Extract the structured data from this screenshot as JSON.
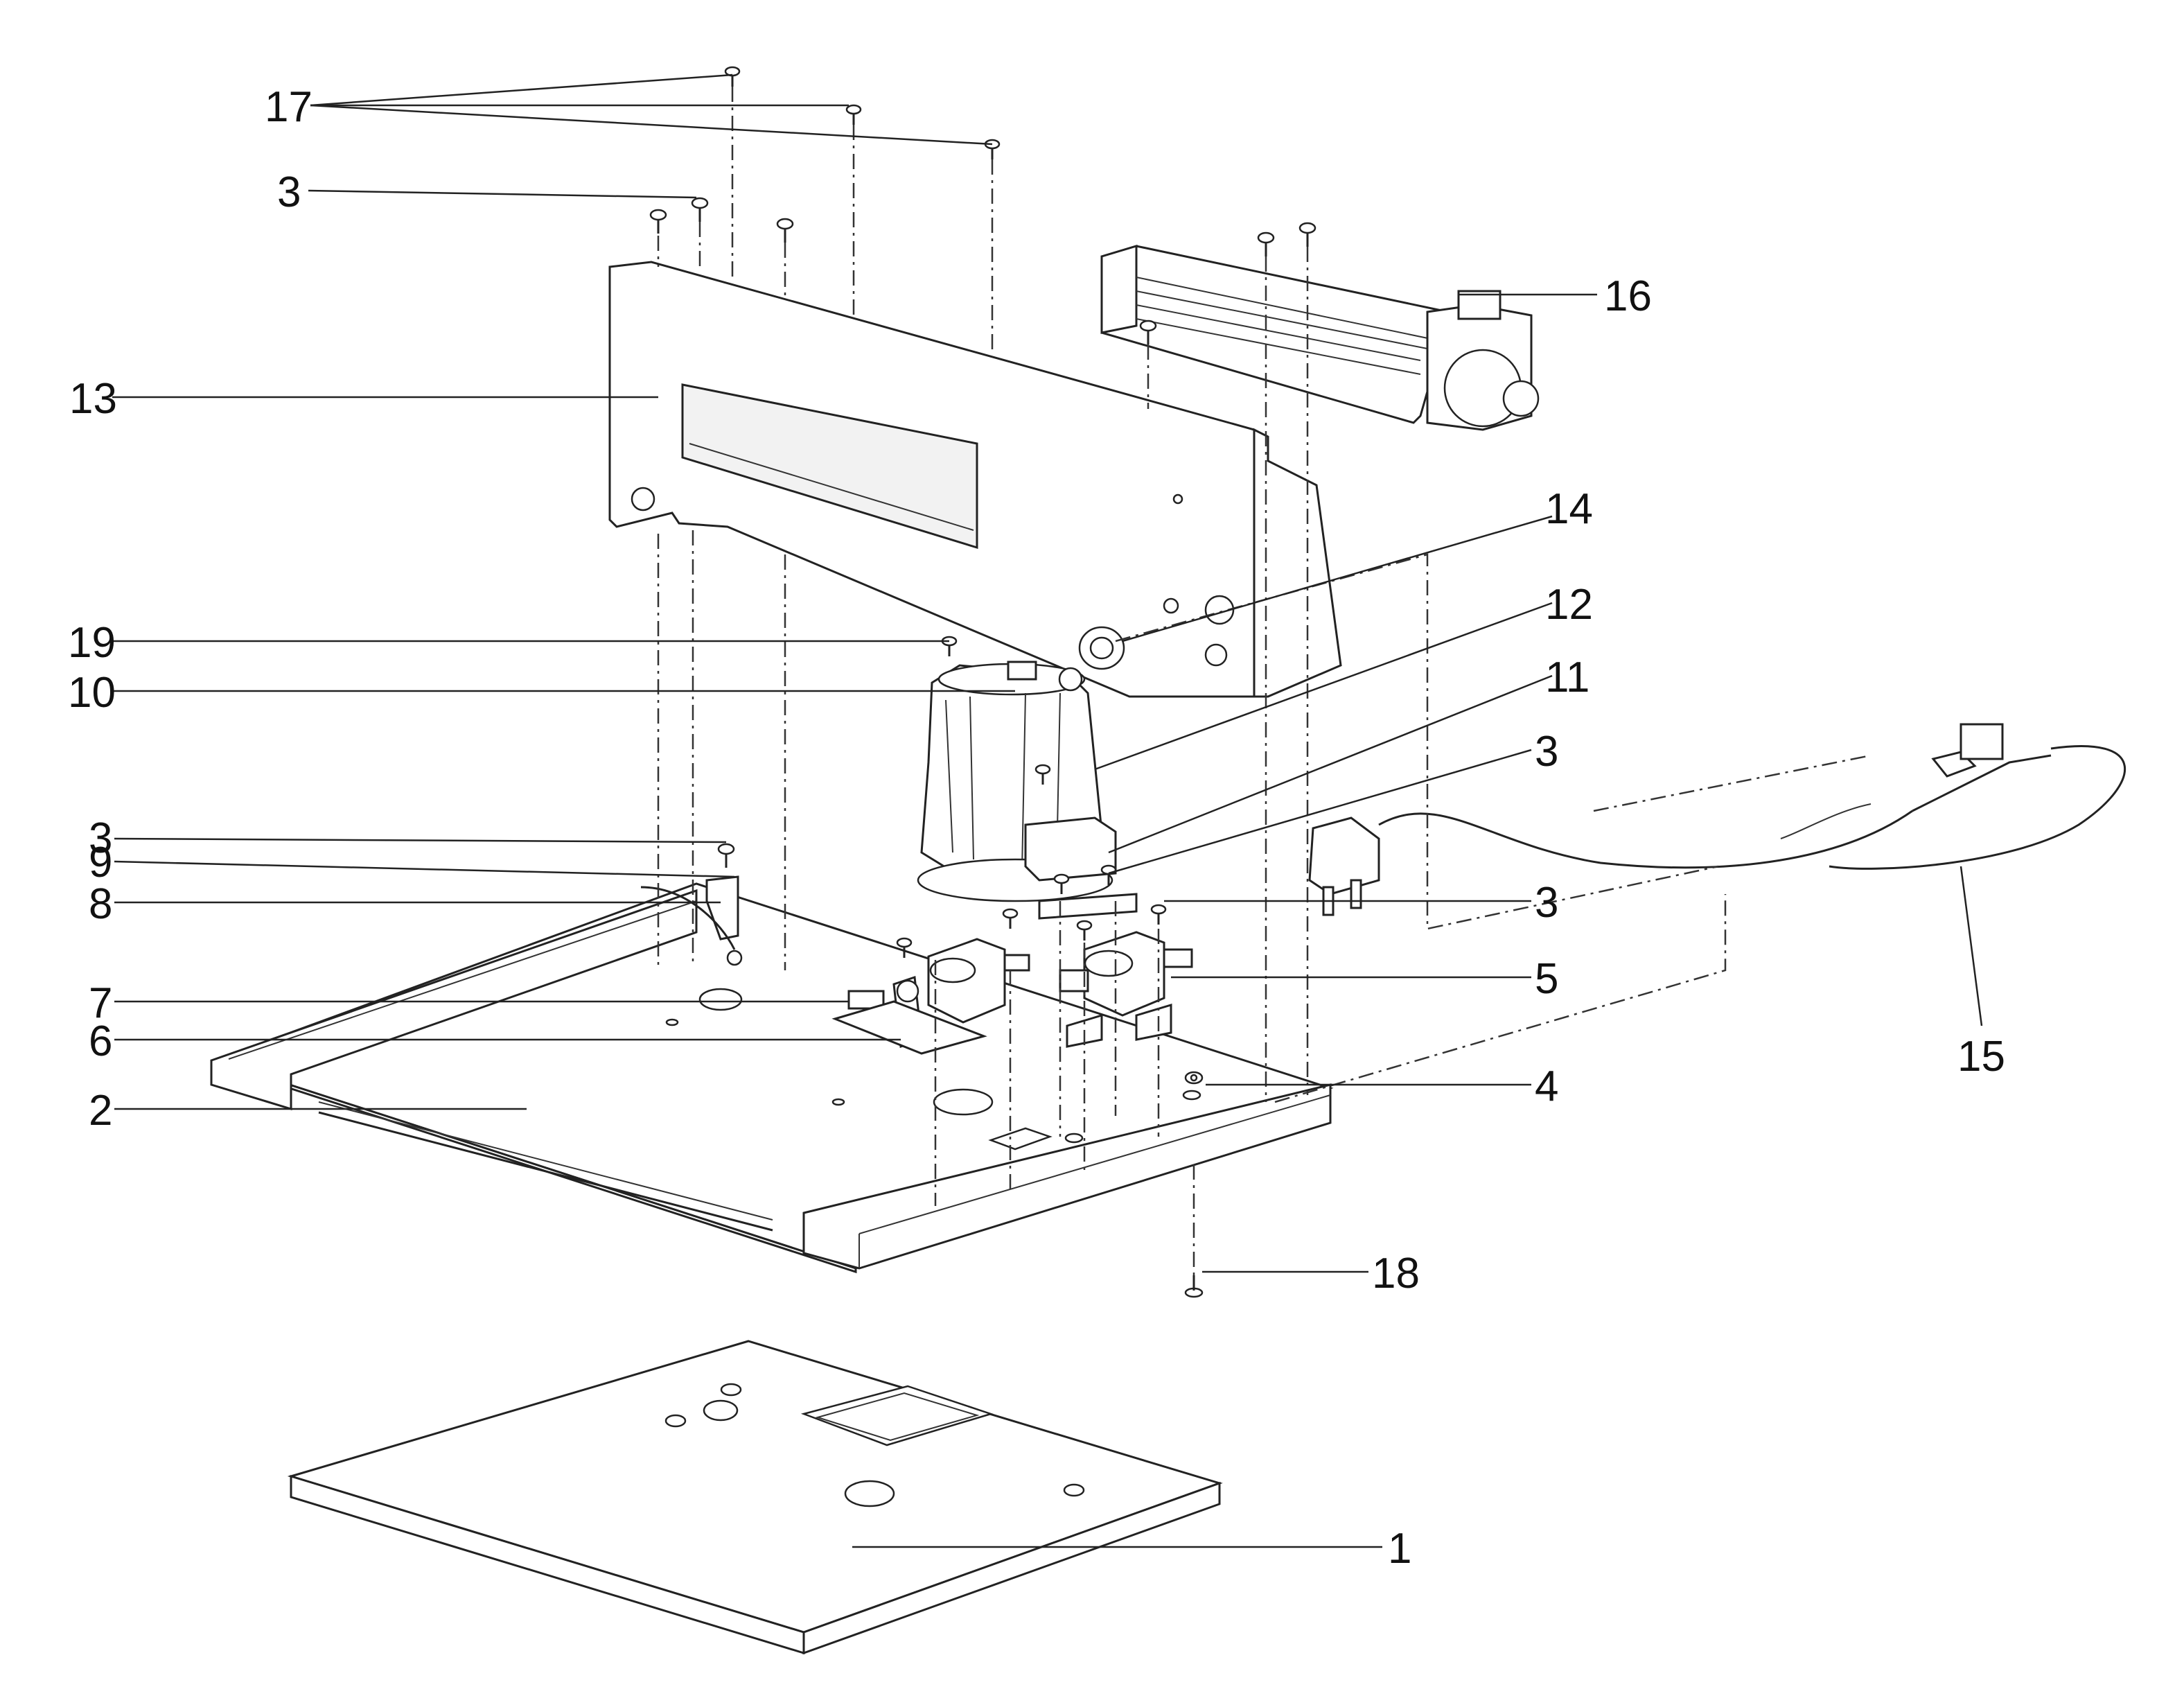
{
  "callouts": [
    {
      "id": "c1",
      "text": "1"
    },
    {
      "id": "c2",
      "text": "2"
    },
    {
      "id": "c3a",
      "text": "3"
    },
    {
      "id": "c3b",
      "text": "3"
    },
    {
      "id": "c3c",
      "text": "3"
    },
    {
      "id": "c3d",
      "text": "3"
    },
    {
      "id": "c4",
      "text": "4"
    },
    {
      "id": "c5",
      "text": "5"
    },
    {
      "id": "c6",
      "text": "6"
    },
    {
      "id": "c7",
      "text": "7"
    },
    {
      "id": "c8",
      "text": "8"
    },
    {
      "id": "c9",
      "text": "9"
    },
    {
      "id": "c10",
      "text": "10"
    },
    {
      "id": "c11",
      "text": "11"
    },
    {
      "id": "c12",
      "text": "12"
    },
    {
      "id": "c13",
      "text": "13"
    },
    {
      "id": "c14",
      "text": "14"
    },
    {
      "id": "c15",
      "text": "15"
    },
    {
      "id": "c16",
      "text": "16"
    },
    {
      "id": "c17",
      "text": "17"
    },
    {
      "id": "c18",
      "text": "18"
    },
    {
      "id": "c19",
      "text": "19"
    }
  ]
}
